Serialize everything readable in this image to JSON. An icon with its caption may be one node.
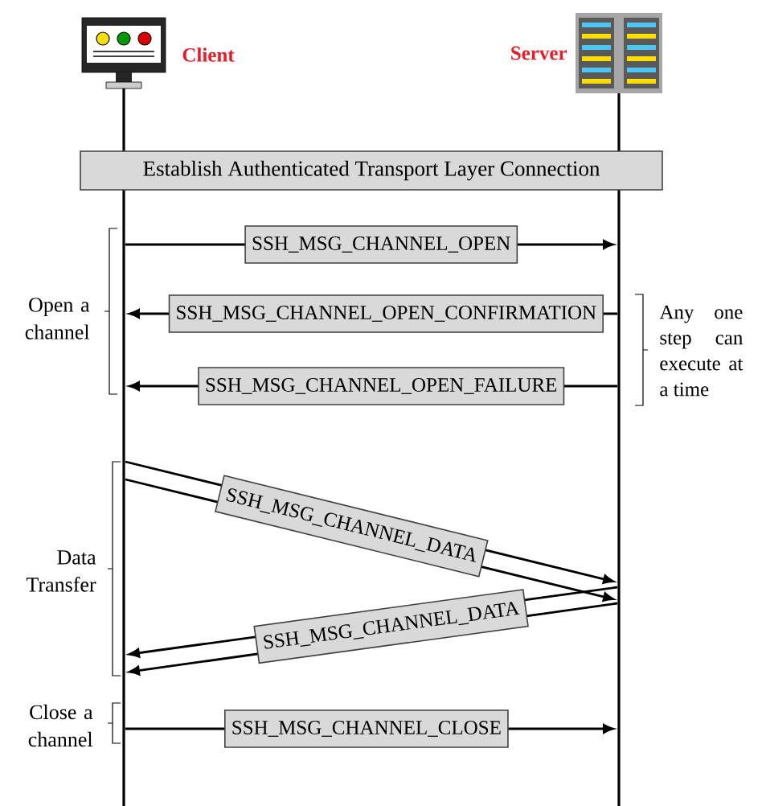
{
  "diagram": {
    "nodes": [
      {
        "text": [],
        "shape": "picture",
        "beside": [
          "Client"
        ]
      },
      {
        "text": [],
        "shape": "bar"
      },
      {
        "text": [],
        "shape": "picture",
        "beside": [
          "Server"
        ]
      },
      {
        "text": [],
        "shape": "bar"
      },
      {
        "text": [
          "Establish Authenticated Transport Layer Connection"
        ]
      }
    ],
    "edges": [
      {
        "from": 1,
        "to": 3,
        "arrow": "to",
        "label": "SSH_MSG_CHANNEL_OPEN"
      },
      {
        "from": 3,
        "to": 1,
        "arrow": "to",
        "label": "SSH_MSG_CHANNEL_OPEN_CONFIRMATION"
      },
      {
        "from": 3,
        "to": 1,
        "arrow": "to",
        "label": "SSH_MSG_CHANNEL_OPEN_FAILURE"
      },
      {
        "from": 1,
        "to": 3,
        "arrow": "to",
        "label": "SSH_MSG_CHANNEL_DATA"
      },
      {
        "from": 1,
        "to": 3,
        "arrow": "to"
      },
      {
        "from": 3,
        "to": 1,
        "arrow": "to",
        "label": "SSH_MSG_CHANNEL_DATA"
      },
      {
        "from": 3,
        "to": 1,
        "arrow": "to"
      },
      {
        "from": 1,
        "to": 3,
        "arrow": "to",
        "label": "SSH_MSG_CHANNEL_CLOSE"
      }
    ],
    "labels": [
      "Open a channel",
      "Any one step can execute at a time",
      "Data Transfer",
      "Close a channel"
    ]
  }
}
